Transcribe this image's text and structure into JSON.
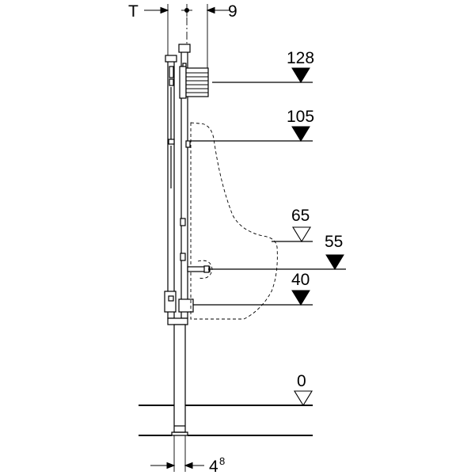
{
  "dimensions": {
    "top_left": "T",
    "top_right": "9",
    "bottom_base": "4",
    "bottom_sup": "8"
  },
  "levels": [
    {
      "value": "128",
      "marker": "filled"
    },
    {
      "value": "105",
      "marker": "filled"
    },
    {
      "value": "65",
      "marker": "hollow"
    },
    {
      "value": "55",
      "marker": "filled"
    },
    {
      "value": "40",
      "marker": "filled"
    },
    {
      "value": "0",
      "marker": "hollow"
    }
  ]
}
